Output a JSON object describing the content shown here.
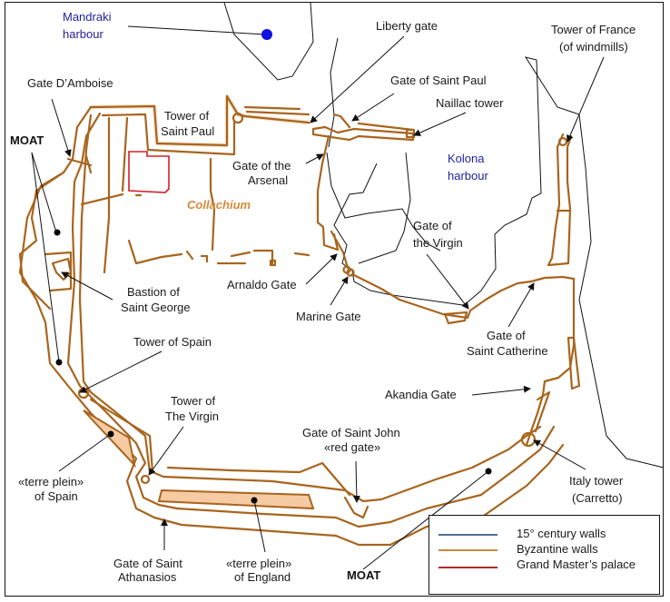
{
  "map": {
    "title_implied": "",
    "harbours": {
      "mandraki": {
        "line1": "Mandraki",
        "line2": "harbour",
        "color": "#1f1fa0",
        "marker_color": "#1010e0"
      },
      "kolona": {
        "line1": "Kolona",
        "line2": "harbour",
        "color": "#1f1fa0"
      }
    },
    "district": {
      "collachium": "Collachium",
      "color": "#d8893a"
    },
    "moat_labels": [
      "MOAT",
      "MOAT"
    ],
    "labels": {
      "liberty_gate": "Liberty  gate",
      "tower_of_france_1": "Tower of France",
      "tower_of_france_2": "(of windmills)",
      "gate_damboise": "Gate  D’Amboise",
      "gate_of_saint_paul": "Gate of Saint Paul",
      "naillac_tower": "Naillac tower",
      "tower_of_saint_paul_1": "Tower of",
      "tower_of_saint_paul_2": "Saint Paul",
      "gate_of_arsenal_1": "Gate of  the",
      "gate_of_arsenal_2": "Arsenal",
      "gate_of_virgin_1": "Gate of",
      "gate_of_virgin_2": "the Virgin",
      "bastion_st_george_1": "Bastion of",
      "bastion_st_george_2": "Saint George",
      "arnaldo_gate": "Arnaldo Gate",
      "marine_gate": "Marine Gate",
      "gate_st_catherine_1": "Gate of",
      "gate_st_catherine_2": "Saint Catherine",
      "tower_of_spain": "Tower of Spain",
      "akandia_gate": "Akandia Gate",
      "tower_of_virgin_1": "Tower of",
      "tower_of_virgin_2": "The Virgin",
      "gate_st_john_1": "Gate of Saint John",
      "gate_st_john_2": "«red gate»",
      "terre_plein_spain_1": "«terre plein»",
      "terre_plein_spain_2": "of Spain",
      "italy_tower_1": "Italy tower",
      "italy_tower_2": "(Carretto)",
      "gate_st_athanasios_1": "Gate of Saint",
      "gate_st_athanasios_2": "Athanasios",
      "terre_plein_england_1": "«terre plein»",
      "terre_plein_england_2": "of England"
    }
  },
  "legend": {
    "items": [
      {
        "label": "15° century  walls",
        "color": "#4a7195"
      },
      {
        "label": "Byzantine walls",
        "color": "#c8893e"
      },
      {
        "label": "Grand Master’s palace",
        "color": "#b02a2a"
      }
    ]
  },
  "colors": {
    "wall": "#a8651e",
    "terre_plein_fill": "#f6caa2",
    "palace": "#d0202a",
    "coastline": "#111111"
  }
}
